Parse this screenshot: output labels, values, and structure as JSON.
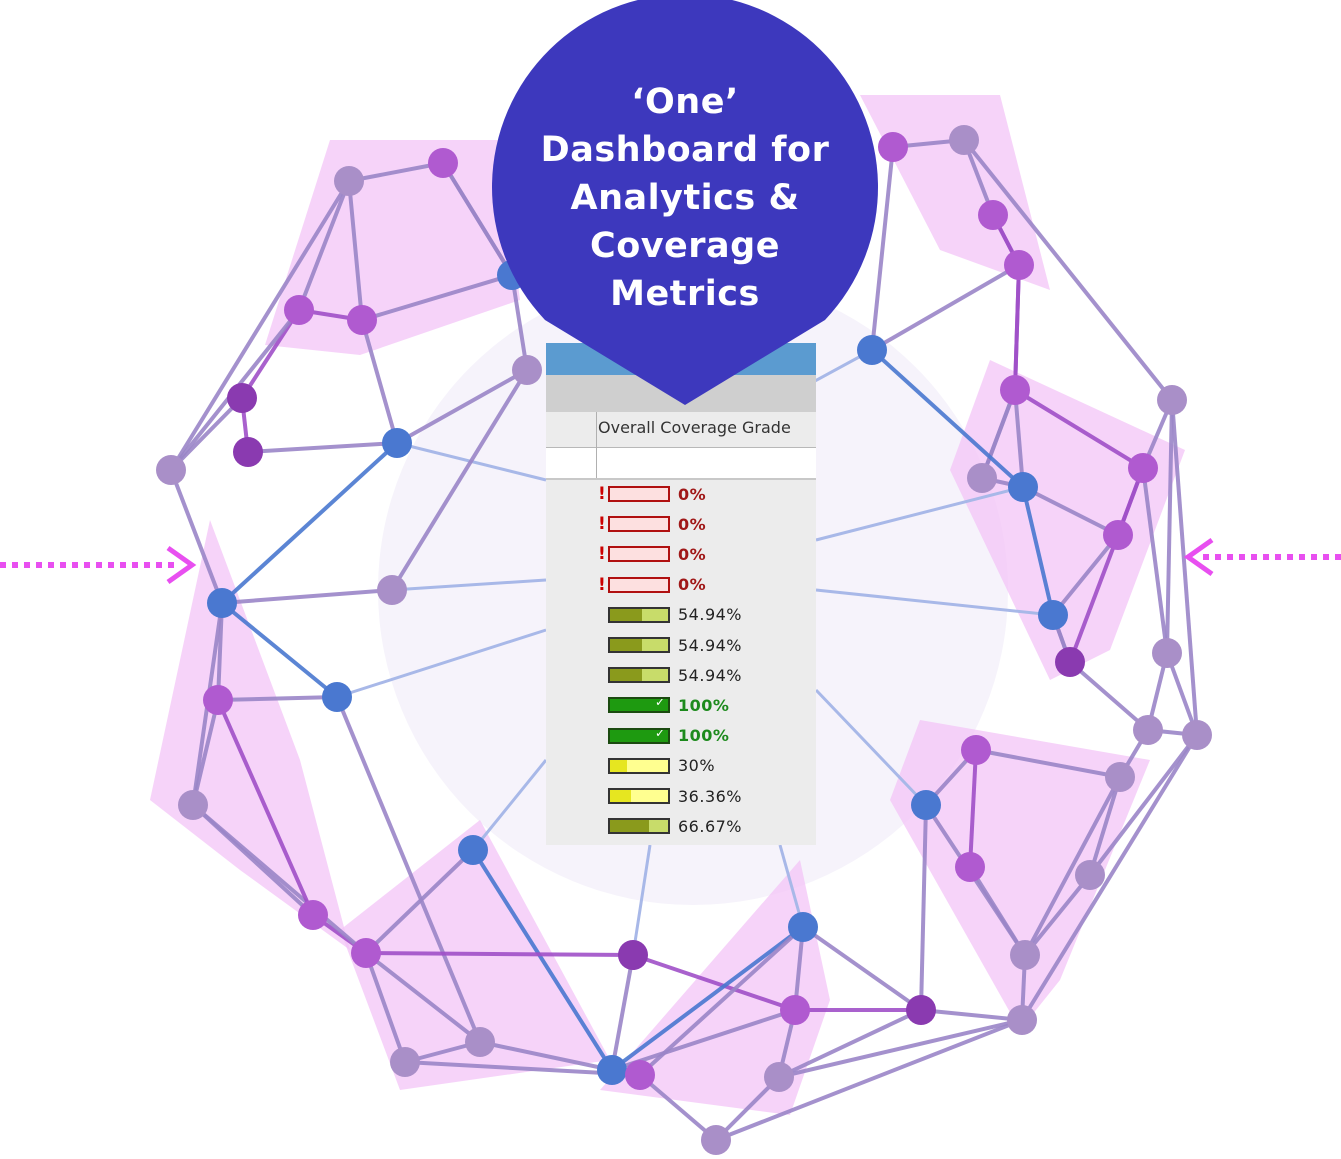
{
  "callout": {
    "lines": [
      "‘One’",
      "Dashboard for",
      "Analytics &",
      "Coverage",
      "Metrics"
    ],
    "color": "#3d38bd"
  },
  "dashboard": {
    "column_header": "Overall Coverage Grade",
    "rows": [
      {
        "value": "0%",
        "percent": 0,
        "status": "fail"
      },
      {
        "value": "0%",
        "percent": 0,
        "status": "fail"
      },
      {
        "value": "0%",
        "percent": 0,
        "status": "fail"
      },
      {
        "value": "0%",
        "percent": 0,
        "status": "fail"
      },
      {
        "value": "54.94%",
        "percent": 54.94,
        "status": "partial"
      },
      {
        "value": "54.94%",
        "percent": 54.94,
        "status": "partial"
      },
      {
        "value": "54.94%",
        "percent": 54.94,
        "status": "partial"
      },
      {
        "value": "100%",
        "percent": 100,
        "status": "pass"
      },
      {
        "value": "100%",
        "percent": 100,
        "status": "pass"
      },
      {
        "value": "30%",
        "percent": 30,
        "status": "low"
      },
      {
        "value": "36.36%",
        "percent": 36.36,
        "status": "low"
      },
      {
        "value": "66.67%",
        "percent": 66.67,
        "status": "partial"
      }
    ]
  },
  "colors": {
    "arrow": "#e84ff0",
    "node_purple": "#b05ad0",
    "node_lilac": "#a98fc8",
    "node_blue": "#4a78d0",
    "edge": "#9b86c8",
    "shade": "#f3c4f7"
  }
}
